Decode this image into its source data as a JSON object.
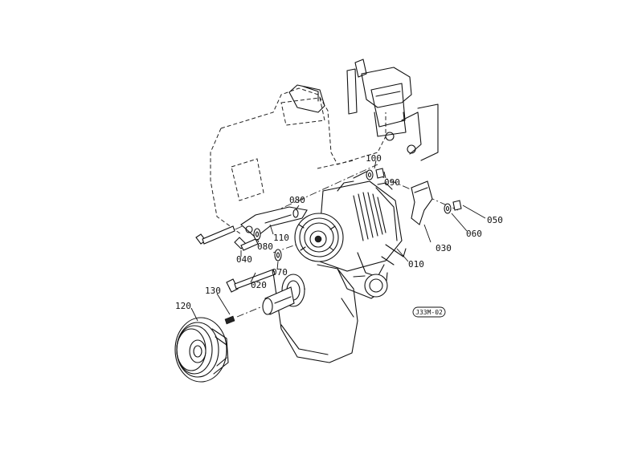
{
  "diagram": {
    "reference_code": "J33M-02",
    "callouts": [
      {
        "id": "c010",
        "label": "010"
      },
      {
        "id": "c020",
        "label": "020"
      },
      {
        "id": "c030",
        "label": "030"
      },
      {
        "id": "c040",
        "label": "040"
      },
      {
        "id": "c050",
        "label": "050"
      },
      {
        "id": "c060",
        "label": "060"
      },
      {
        "id": "c070",
        "label": "070"
      },
      {
        "id": "c080a",
        "label": "080"
      },
      {
        "id": "c080b",
        "label": "080"
      },
      {
        "id": "c090",
        "label": "090"
      },
      {
        "id": "c100",
        "label": "100"
      },
      {
        "id": "c110",
        "label": "110"
      },
      {
        "id": "c120",
        "label": "120"
      },
      {
        "id": "c130",
        "label": "130"
      }
    ]
  }
}
